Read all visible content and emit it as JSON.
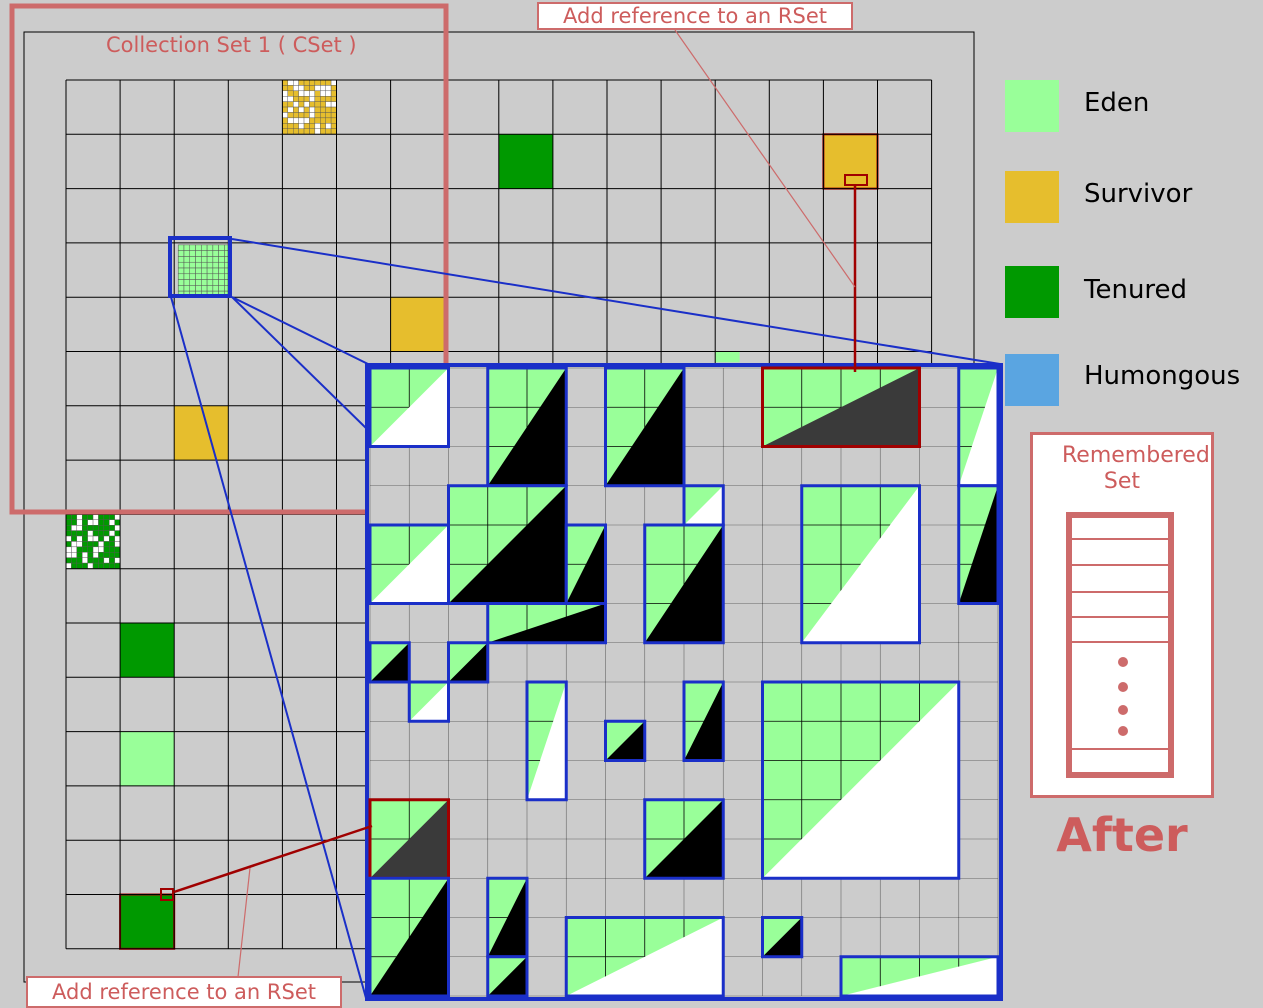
{
  "cset_label": "Collection Set 1 ( CSet )",
  "callout_top": "Add reference to an RSet",
  "callout_bottom": "Add reference to an RSet",
  "legend": [
    {
      "label": "Eden",
      "color": "#99ff99"
    },
    {
      "label": "Survivor",
      "color": "#e6be2d"
    },
    {
      "label": "Tenured",
      "color": "#009900"
    },
    {
      "label": "Humongous",
      "color": "#5aa5e1"
    }
  ],
  "rset_title": "Remembered Set",
  "after_label": "After",
  "colors": {
    "background": "#cccccc",
    "grid_line": "#000000",
    "cset_border": "#cd6b6b",
    "zoom_border": "#1a2fc8",
    "reference_line": "#a00000",
    "garbage": "#000000",
    "live_ref": "#3a3a3a",
    "free": "#ffffff"
  }
}
